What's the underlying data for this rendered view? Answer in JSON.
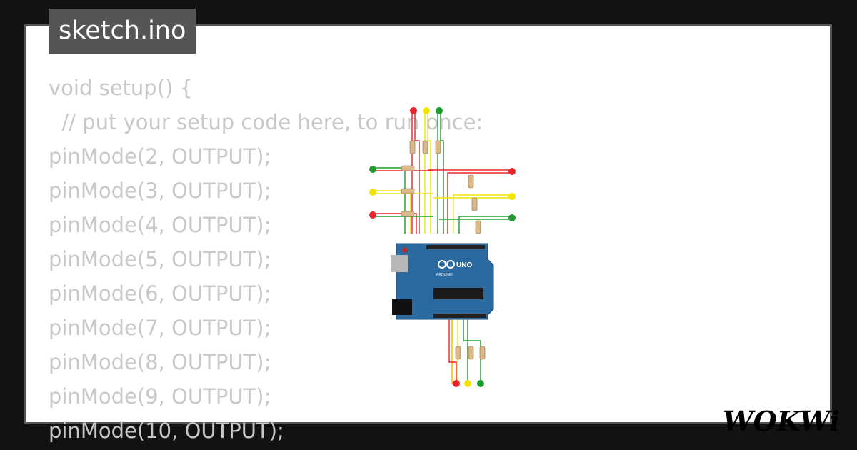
{
  "file_tab": {
    "label": "sketch.ino"
  },
  "code_lines": [
    "void setup() {",
    "  // put your setup code here, to run once:",
    "pinMode(2, OUTPUT);",
    "pinMode(3, OUTPUT);",
    "pinMode(4, OUTPUT);",
    "pinMode(5, OUTPUT);",
    "pinMode(6, OUTPUT);",
    "pinMode(7, OUTPUT);",
    "pinMode(8, OUTPUT);",
    "pinMode(9, OUTPUT);",
    "pinMode(10, OUTPUT);"
  ],
  "board": {
    "name": "UNO",
    "brand": "ARDUINO"
  },
  "logo": {
    "text": "WOKWi"
  },
  "colors": {
    "red": "#e8262c",
    "yellow": "#f3e400",
    "green": "#1f9a2c",
    "board": "#2b6aa0"
  }
}
